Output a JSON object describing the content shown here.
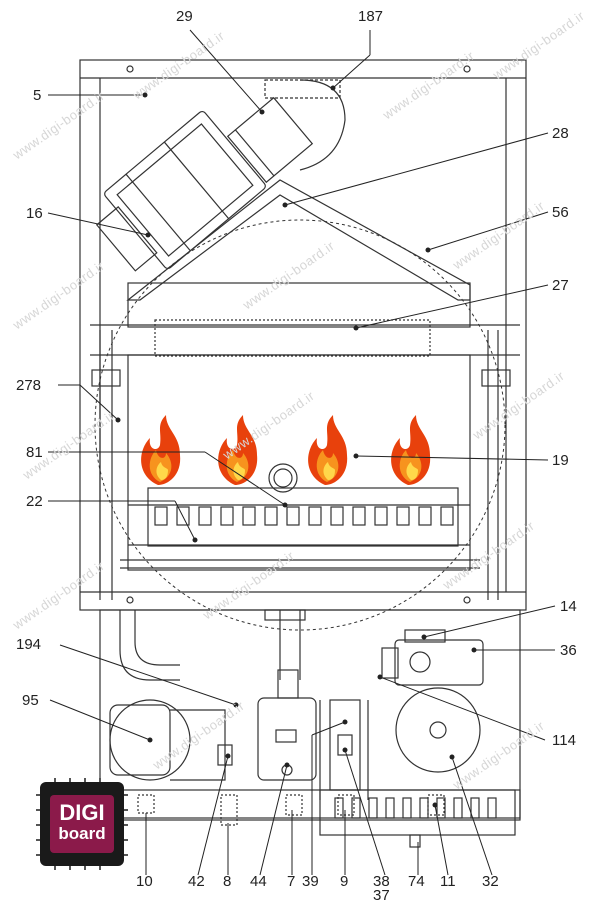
{
  "watermark": "www.digi-board.ir",
  "logo": {
    "line1": "DIGI",
    "line2": "board"
  },
  "labels": {
    "l29": "29",
    "l187": "187",
    "l5": "5",
    "l28": "28",
    "l16": "16",
    "l56": "56",
    "l27": "27",
    "l278": "278",
    "l81": "81",
    "l19": "19",
    "l22": "22",
    "l14": "14",
    "l194": "194",
    "l36": "36",
    "l95": "95",
    "l114": "114",
    "l10": "10",
    "l42": "42",
    "l8": "8",
    "l44": "44",
    "l7": "7",
    "l39": "39",
    "l9": "9",
    "l38": "38",
    "l37": "37",
    "l74": "74",
    "l11": "11",
    "l32": "32"
  },
  "colors": {
    "line": "#333333",
    "flame_outer": "#e8410c",
    "flame_mid": "#f7931e",
    "flame_inner": "#ffd84a",
    "logo_bg": "#1a1a1a"
  }
}
